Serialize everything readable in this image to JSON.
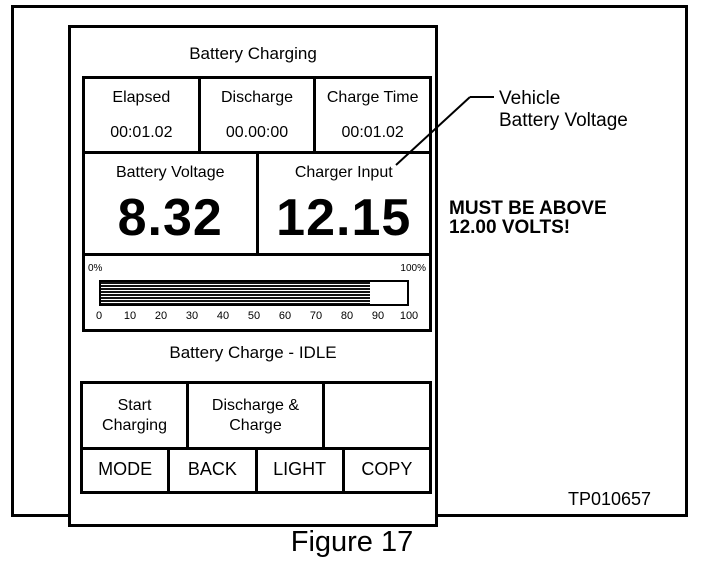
{
  "screen": {
    "title": "Battery Charging",
    "timers": [
      {
        "label": "Elapsed",
        "value": "00:01.02"
      },
      {
        "label": "Discharge",
        "value": "00.00:00"
      },
      {
        "label": "Charge Time",
        "value": "00:01.02"
      }
    ],
    "voltages": [
      {
        "label": "Battery Voltage",
        "value": "8.32"
      },
      {
        "label": "Charger Input",
        "value": "12.15"
      }
    ],
    "progress": {
      "min_label": "0%",
      "max_label": "100%",
      "scale": [
        "0",
        "10",
        "20",
        "30",
        "40",
        "50",
        "60",
        "70",
        "80",
        "90",
        "100"
      ],
      "fill_fraction": 0.88
    },
    "status": "Battery Charge - IDLE",
    "buttons": {
      "start": "Start\nCharging",
      "discharge_charge": "Discharge &\nCharge"
    },
    "soft_keys": [
      "MODE",
      "BACK",
      "LIGHT",
      "COPY"
    ]
  },
  "annotations": {
    "callout": "Vehicle\nBattery Voltage",
    "warning_line1": "MUST BE ABOVE",
    "warning_line2": "12.00 VOLTS!",
    "ref_code": "TP010657",
    "caption": "Figure 17"
  }
}
